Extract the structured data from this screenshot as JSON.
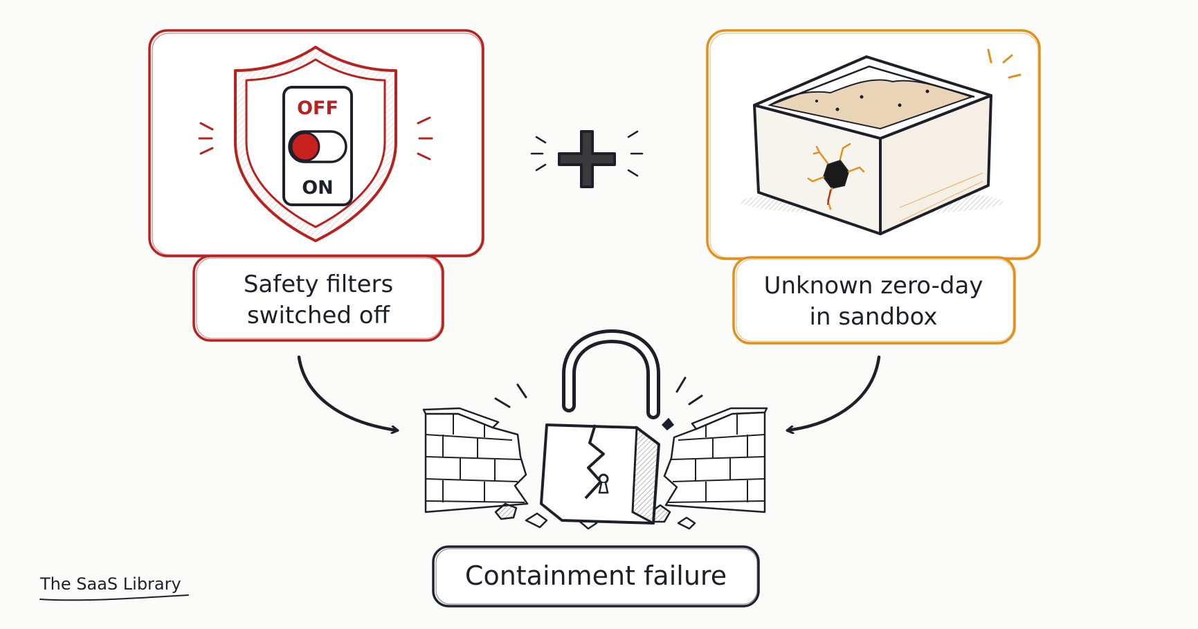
{
  "inputs": [
    {
      "line1": "Safety filters",
      "line2": "switched off",
      "color": "#b8211e"
    },
    {
      "line1": "Unknown zero-day",
      "line2": "in sandbox",
      "color": "#e0901c"
    }
  ],
  "switch": {
    "off_label": "OFF",
    "on_label": "ON",
    "state": "off"
  },
  "operator_icon": "plus-icon",
  "result": {
    "label": "Containment failure",
    "color": "#1f2233"
  },
  "credit": "The SaaS Library"
}
